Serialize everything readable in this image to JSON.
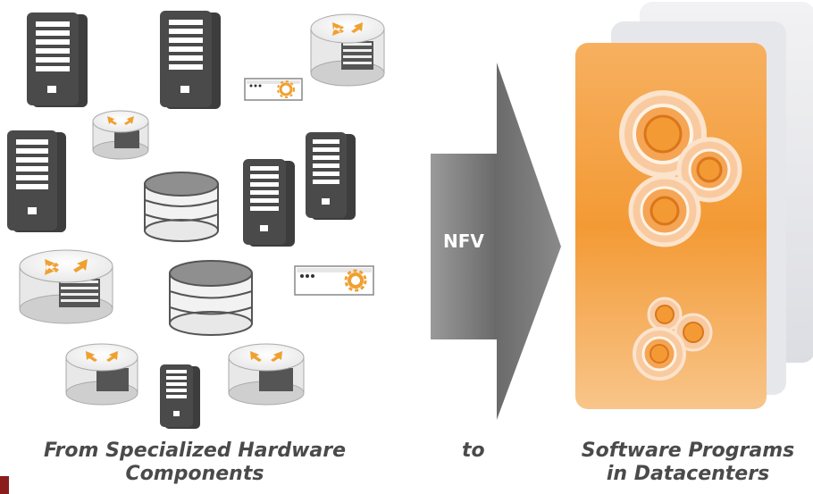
{
  "arrow": {
    "label": "NFV"
  },
  "captions": {
    "left_line1": "From Specialized Hardware",
    "left_line2": "Components",
    "middle": "to",
    "right_line1": "Software Programs",
    "right_line2": "in Datacenters"
  },
  "colors": {
    "server_body": "#3d3d3d",
    "router_arrows": "#f0a030",
    "datacenter_panel": "#f29b3a",
    "arrow_fill": "#6e6e6e",
    "caption_text": "#4a4a4a"
  },
  "icons": {
    "hardware": [
      "server-icon",
      "router-icon",
      "storage-icon",
      "appliance-icon"
    ],
    "software": [
      "process-circle-icon"
    ]
  }
}
